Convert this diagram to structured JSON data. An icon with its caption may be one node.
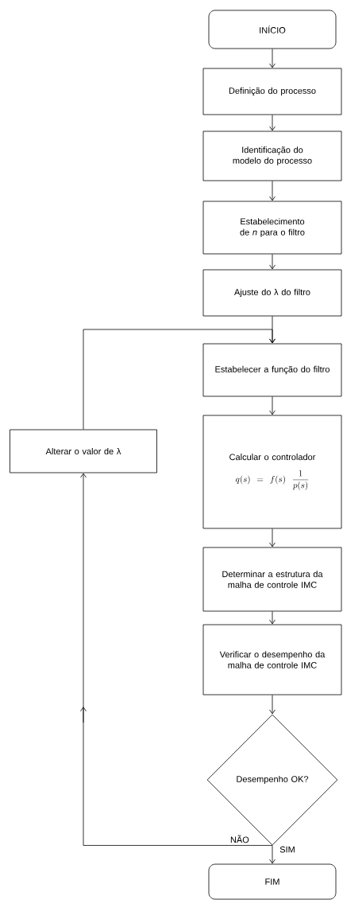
{
  "diagram": {
    "nodes": [
      {
        "text": [
          "INÍCIO"
        ]
      },
      {
        "text": [
          "Definição do processo"
        ]
      },
      {
        "text": [
          "Identificação do modelo do processo"
        ]
      },
      {
        "text": [
          "Estabelecimento de *n* para o filtro"
        ]
      },
      {
        "text": [
          "Ajuste do λ do filtro"
        ]
      },
      {
        "text": [
          "Estabelecer a função do filtro"
        ]
      },
      {
        "text": [
          "Calcular o controlador",
          "q(s) = f(s)\\;\\dfrac{1}{p(s)}"
        ]
      },
      {
        "text": [
          "Determinar a estrutura da malha de controle IMC"
        ]
      },
      {
        "text": [
          "Verificar o desempenho da malha de controle IMC"
        ]
      },
      {
        "text": [
          "Desempenho OK?"
        ]
      },
      {
        "text": [
          "FIM"
        ]
      },
      {
        "text": [
          "Alterar o valor de λ"
        ]
      }
    ],
    "edges": [
      {
        "from": 0,
        "to": 1,
        "arrow": "to"
      },
      {
        "from": 1,
        "to": 2,
        "arrow": "to"
      },
      {
        "from": 2,
        "to": 3,
        "arrow": "to"
      },
      {
        "from": 3,
        "to": 4,
        "arrow": "to"
      },
      {
        "from": 4,
        "to": 5,
        "arrow": "to"
      },
      {
        "from": 5,
        "to": 6,
        "arrow": "to"
      },
      {
        "from": 6,
        "to": 7,
        "arrow": "to"
      },
      {
        "from": 7,
        "to": 8,
        "arrow": "to"
      },
      {
        "from": 8,
        "to": 9,
        "arrow": "to"
      },
      {
        "from": 9,
        "to": 10,
        "arrow": "to",
        "label": "SIM"
      },
      {
        "from": 9,
        "to": 11,
        "arrow": "to",
        "label": "NÃO"
      },
      {
        "from": 11,
        "to": 5,
        "arrow": "to"
      }
    ]
  }
}
